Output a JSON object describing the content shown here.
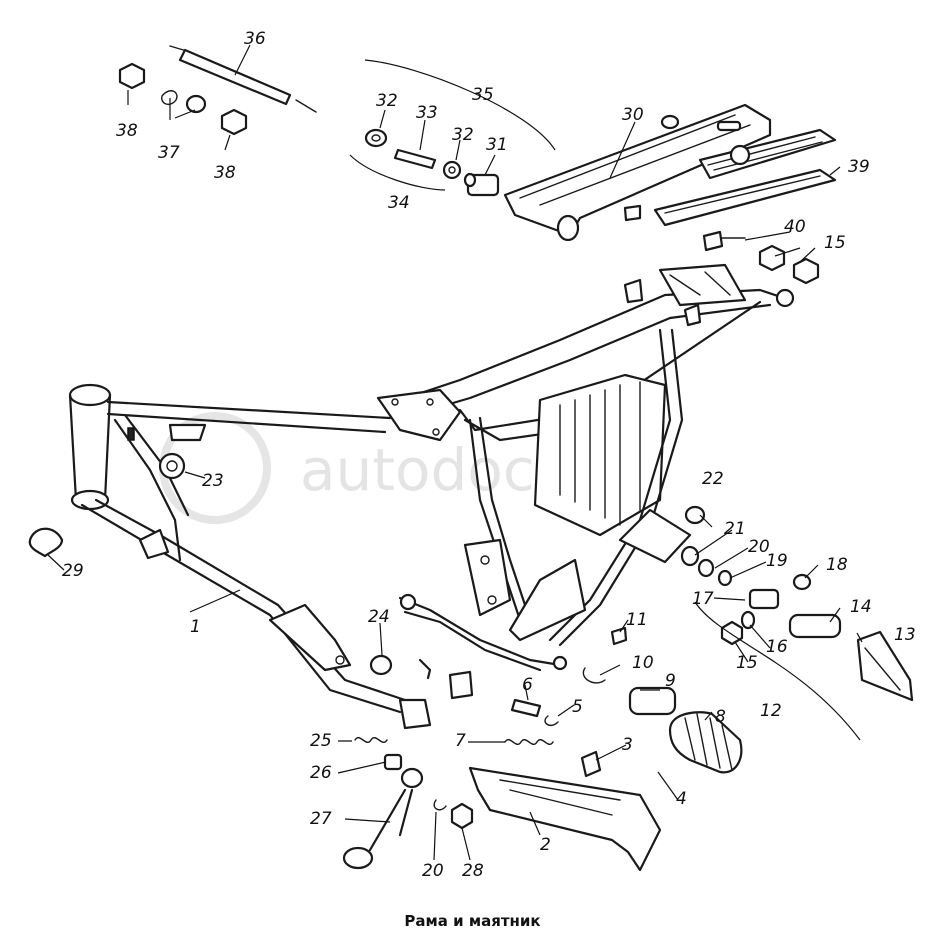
{
  "caption": "Рама и маятник",
  "watermark": "autodoc.ru",
  "part_numbers": [
    "1",
    "2",
    "3",
    "4",
    "5",
    "6",
    "7",
    "8",
    "9",
    "10",
    "11",
    "12",
    "13",
    "14",
    "15",
    "16",
    "17",
    "18",
    "19",
    "20",
    "21",
    "22",
    "23",
    "24",
    "25",
    "26",
    "27",
    "28",
    "29",
    "30",
    "31",
    "32",
    "33",
    "34",
    "35",
    "36",
    "37",
    "38",
    "39",
    "40"
  ],
  "colors": {
    "ink": "#1a1a1a",
    "background": "#ffffff",
    "watermark": "#cfcfcf"
  }
}
